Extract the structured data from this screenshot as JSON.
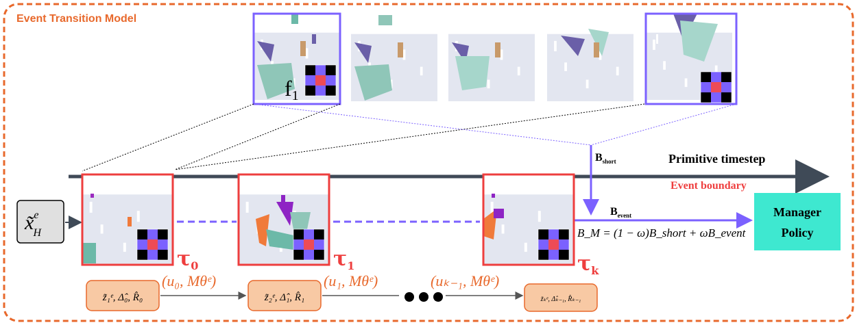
{
  "title": "Event Transition Model",
  "frame_label": "f",
  "frame_label_sub": "1",
  "primitive_timestep": "Primitive timestep",
  "event_boundary": "Event boundary",
  "b_short": "B",
  "b_short_sub": "short",
  "b_event": "B",
  "b_event_sub": "event",
  "formula": "B_M = (1 − ω)B_short + ωB_event",
  "manager_policy": [
    "Manager",
    "Policy"
  ],
  "state_input": "x̃",
  "state_input_sup": "e",
  "state_input_sub": "H",
  "taus": [
    {
      "sym": "τ",
      "sub": "0"
    },
    {
      "sym": "τ",
      "sub": "1"
    },
    {
      "sym": "τ",
      "sub": "k"
    }
  ],
  "latent_nodes": [
    "z̃₁ᵉ, Δ̂₀, R̂₀",
    "z̃₂ᵉ, Δ̂₁, R̂₁",
    "z̃ₖᵉ, Δ̂ₖ₋₁, R̂ₖ₋₁"
  ],
  "transition_labels": [
    "(u₀, Mθᵉ)",
    "(u₁, Mθᵉ)",
    "(uₖ₋₁, Mθᵉ)"
  ],
  "colors": {
    "border": "#e8692c",
    "timeline": "#3f4a57",
    "event_frame": "#ee3e3e",
    "purple": "#7b61ff",
    "manager_bg": "#3ee8d0",
    "node_bg": "#f8c9a4",
    "node_border": "#e8692c"
  }
}
